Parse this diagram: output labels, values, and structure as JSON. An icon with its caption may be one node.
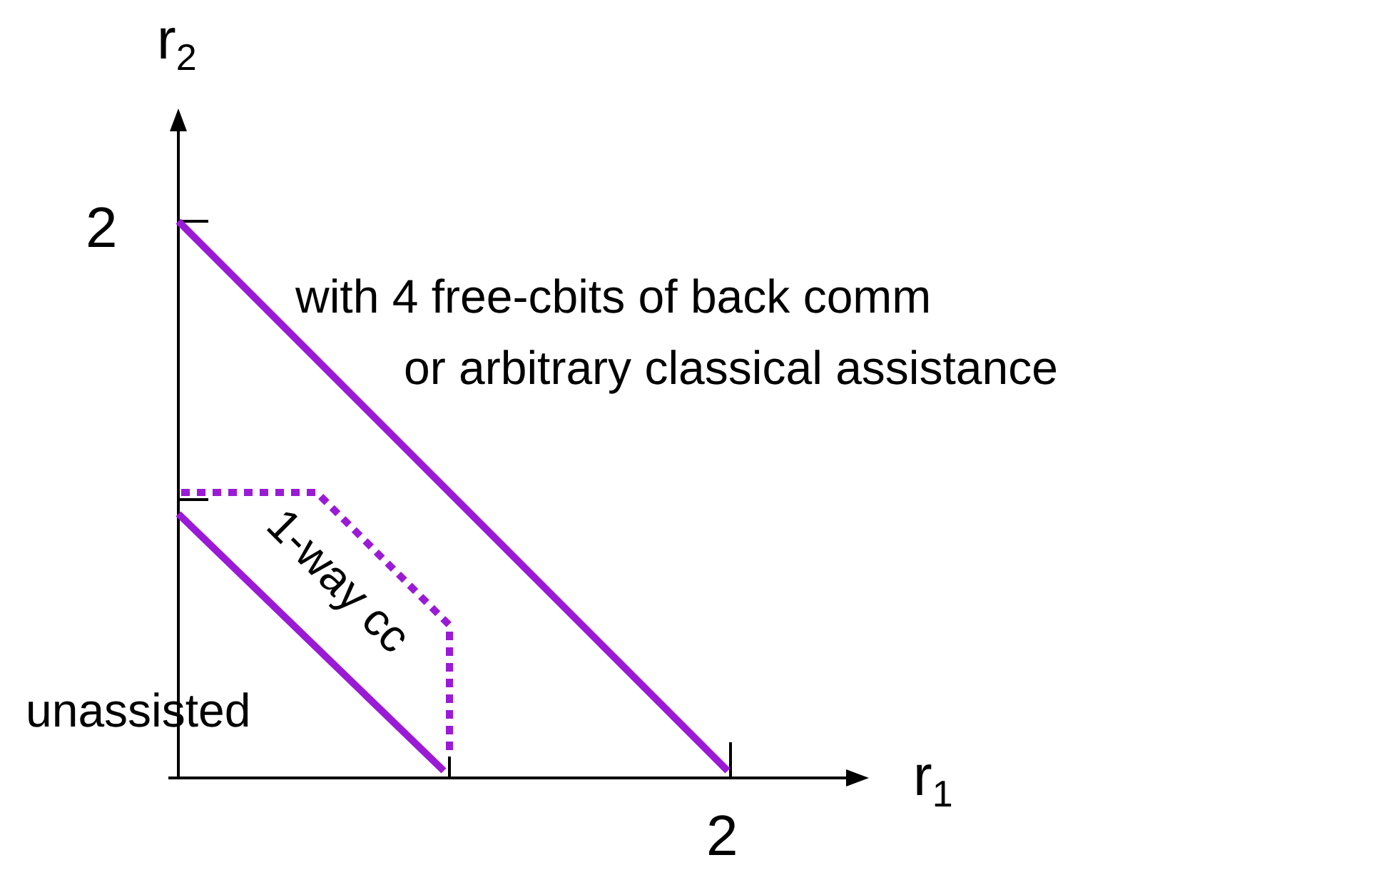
{
  "diagram": {
    "labels": [
      "r$_{2}$",
      "2",
      "with 4 free-cbits of back comm",
      "or arbitrary classical assistance",
      "1-way cc",
      "unassisted",
      "r$_{1}$",
      "2"
    ]
  }
}
